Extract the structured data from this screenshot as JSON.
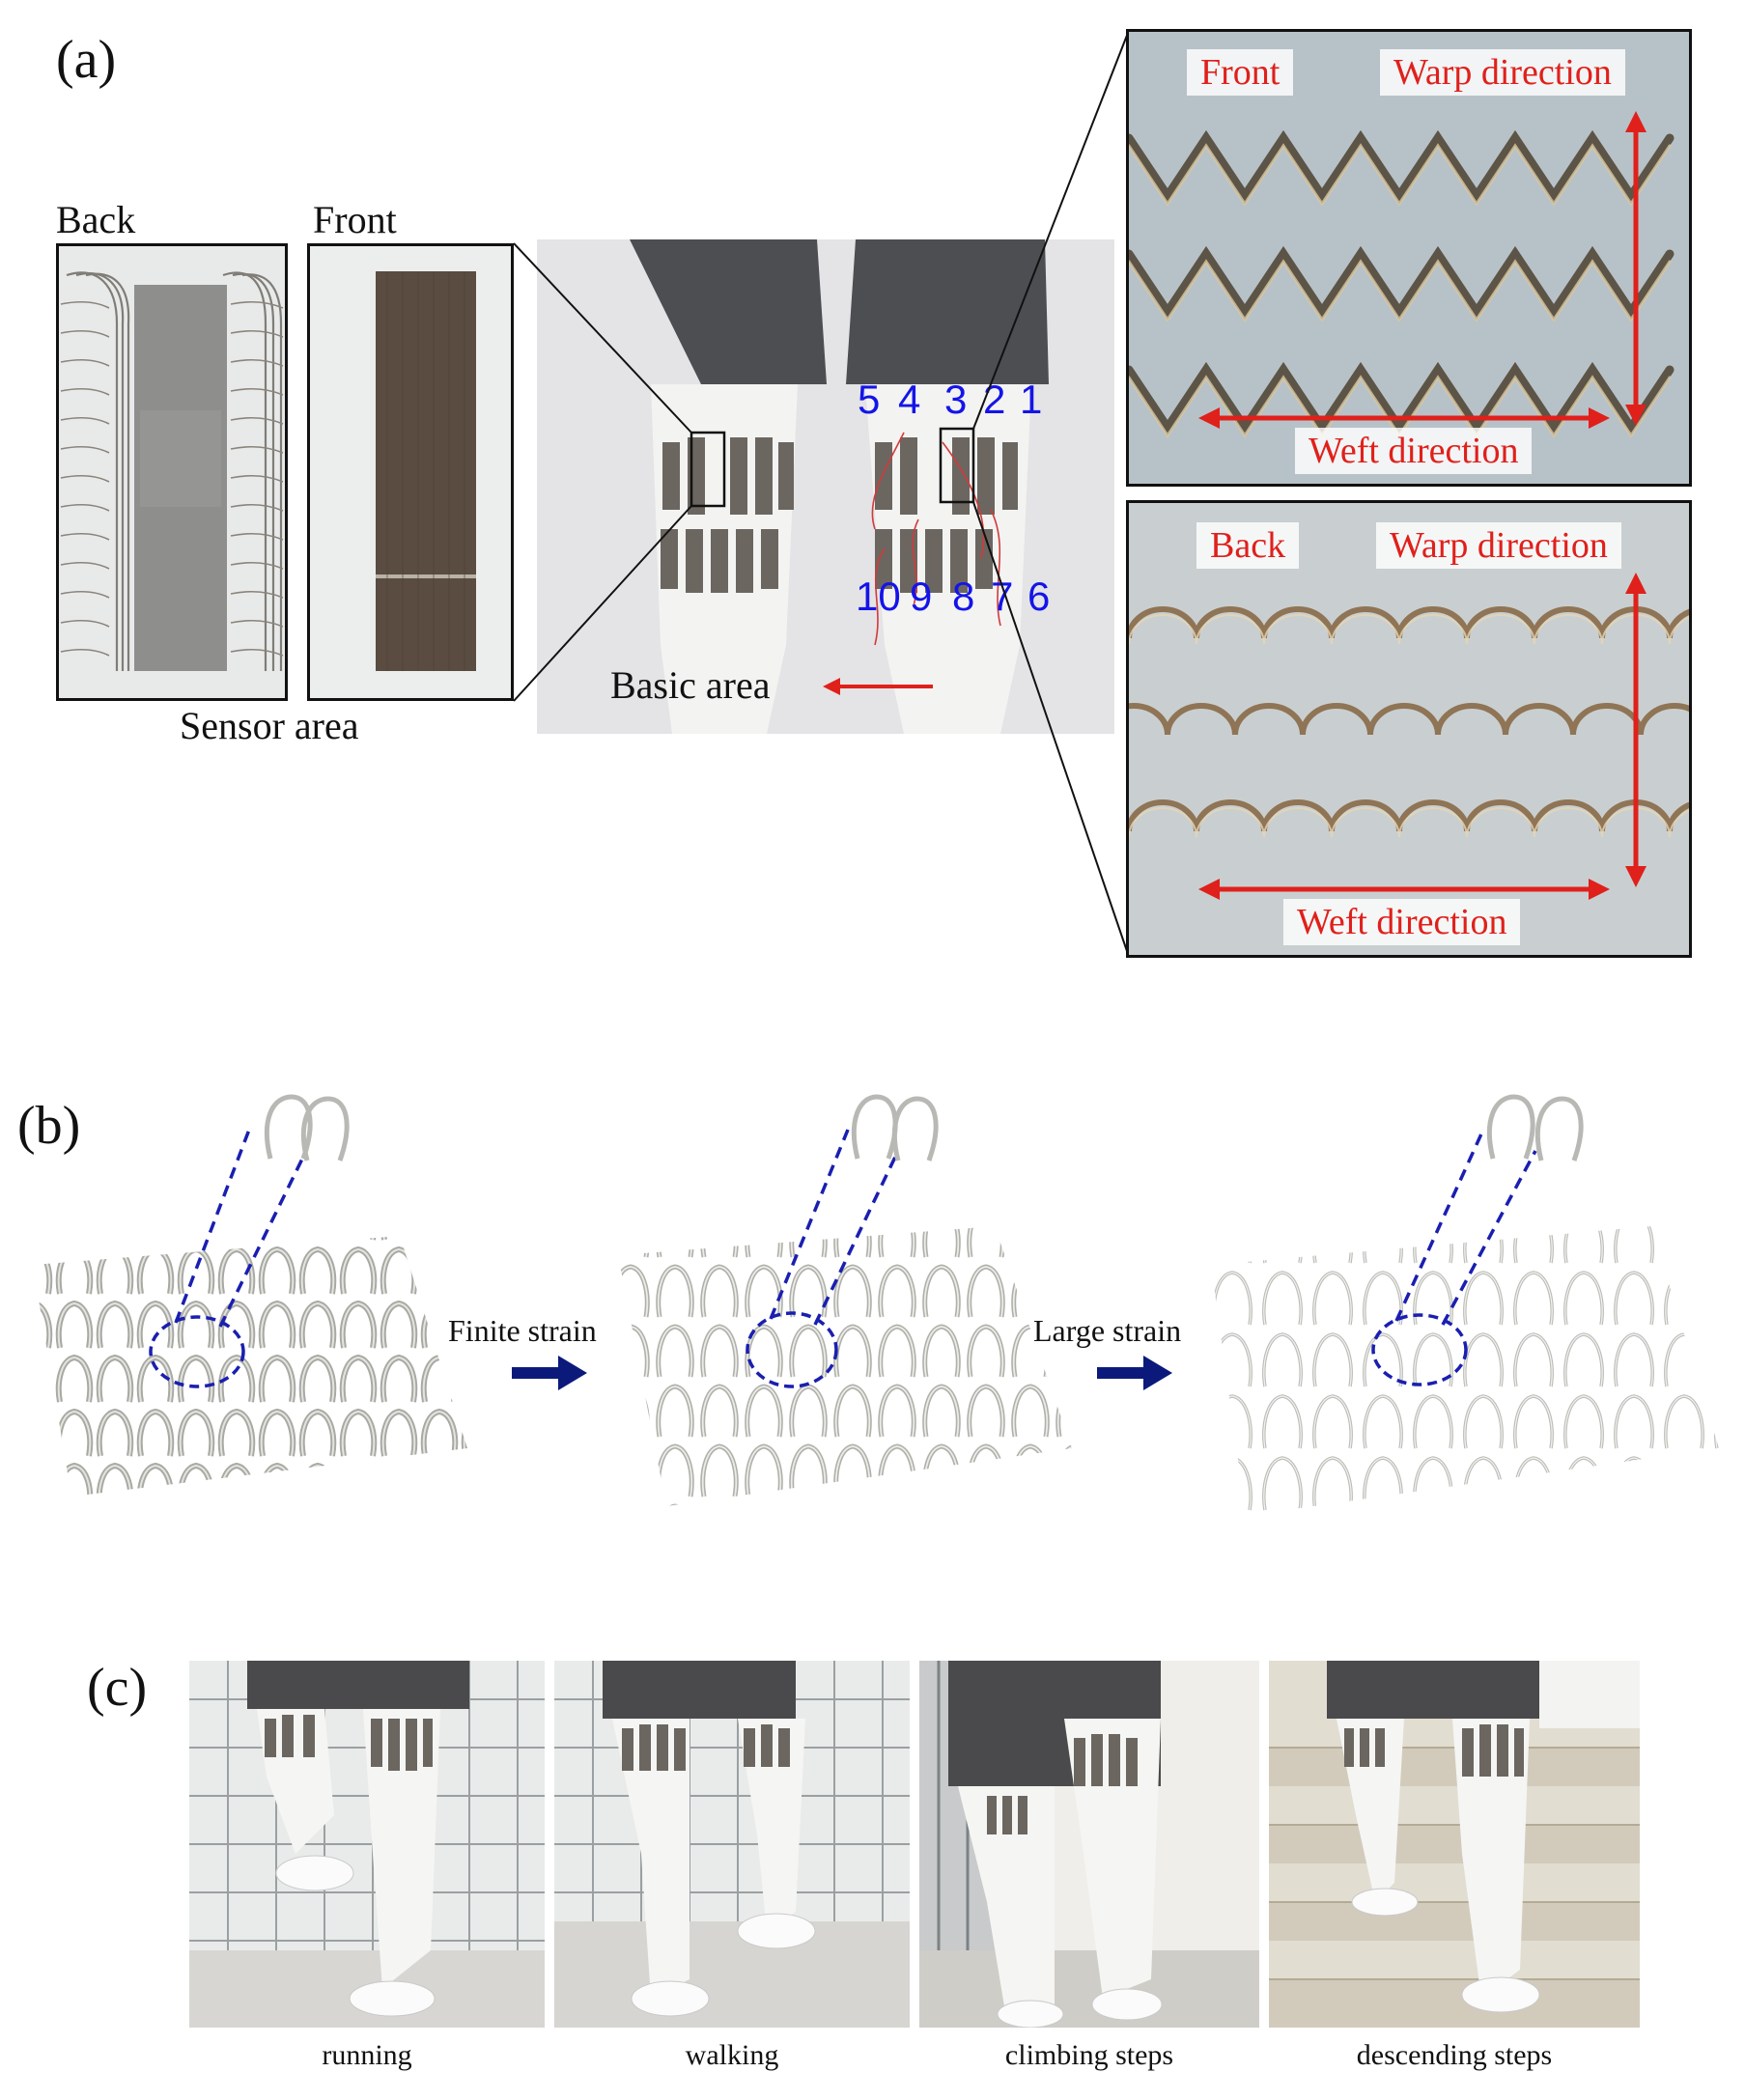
{
  "panel_a": {
    "label": "(a)",
    "back_label": "Back",
    "front_label": "Front",
    "sensor_area_label": "Sensor area",
    "basic_area_label": "Basic area",
    "sensor_numbers_top": [
      "5",
      "4",
      "3",
      "2",
      "1"
    ],
    "sensor_numbers_bottom": [
      "10",
      "9",
      "8",
      "7",
      "6"
    ],
    "micro_front": {
      "side": "Front",
      "warp": "Warp direction",
      "weft": "Weft direction"
    },
    "micro_back": {
      "side": "Back",
      "warp": "Warp direction",
      "weft": "Weft direction"
    }
  },
  "panel_b": {
    "label": "(b)",
    "finite_strain_label": "Finite strain",
    "large_strain_label": "Large strain"
  },
  "panel_c": {
    "label": "(c)",
    "captions": [
      "running",
      "walking",
      "climbing steps",
      "descending steps"
    ]
  },
  "colors": {
    "annotation_red": "#e0201b",
    "number_blue": "#1414e8",
    "arrow_navy": "#0b1a7a",
    "knit_grey": "#b8b8b4",
    "sensor_brown": "#5a4c40"
  }
}
